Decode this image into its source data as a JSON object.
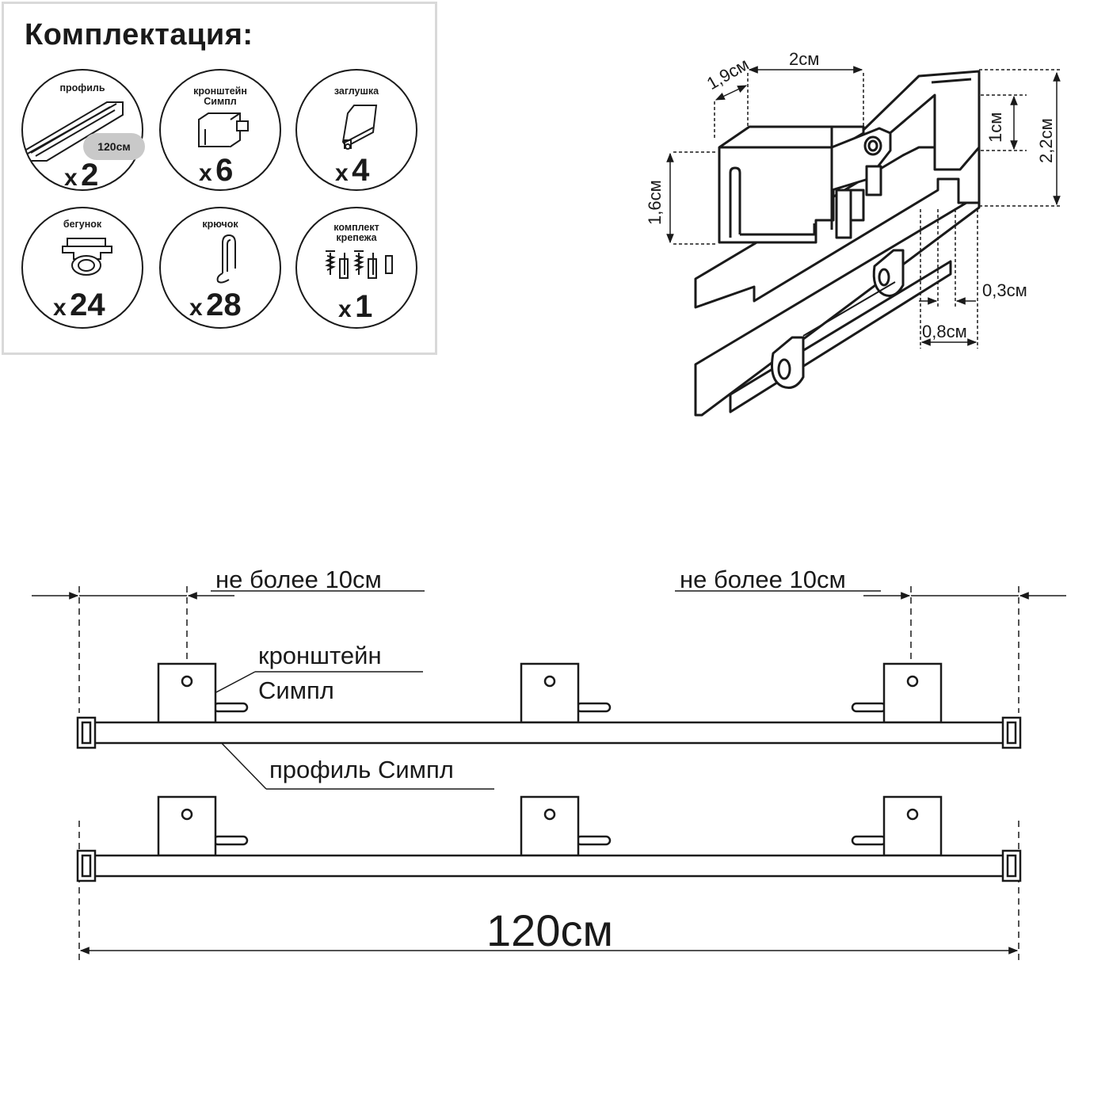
{
  "kit": {
    "title": "Комплектация:",
    "items": [
      {
        "label": "профиль",
        "quantity": "2",
        "badge": "120см",
        "icon": "profile-rail-icon"
      },
      {
        "label": "кронштейн Симпл",
        "quantity": "6",
        "icon": "bracket-icon"
      },
      {
        "label": "заглушка",
        "quantity": "4",
        "icon": "end-cap-icon"
      },
      {
        "label": "бегунок",
        "quantity": "24",
        "icon": "runner-icon"
      },
      {
        "label": "крючок",
        "quantity": "28",
        "icon": "hook-icon"
      },
      {
        "label": "комплект крепежа",
        "quantity": "1",
        "icon": "fasteners-icon"
      }
    ],
    "multiplier": "x"
  },
  "dimensions": {
    "width_1": "1,9см",
    "width_2": "2см",
    "height_1": "1,6см",
    "height_2": "1см",
    "height_3": "2,2см",
    "gap_1": "0,3см",
    "gap_2": "0,8см"
  },
  "installation": {
    "max_offset_left": "не более 10см",
    "max_offset_right": "не более 10см",
    "bracket_label_line1": "кронштейн",
    "bracket_label_line2": "Симпл",
    "profile_label": "профиль Симпл",
    "total_length": "120см"
  },
  "colors": {
    "stroke": "#1a1a1a",
    "panel_border": "#d9d9d9",
    "badge": "#c9c9c9"
  }
}
